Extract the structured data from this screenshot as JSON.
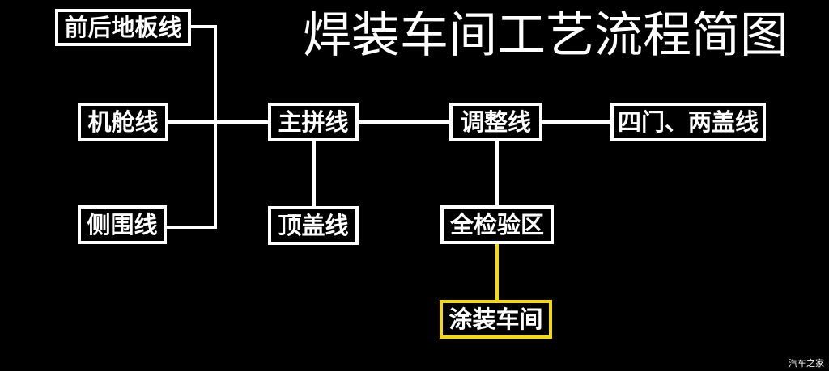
{
  "title": "焊装车间工艺流程简图",
  "colors": {
    "background": "#000000",
    "line": "#ffffff",
    "highlight": "#f5d90a"
  },
  "nodes": {
    "floor_line": "前后地板线",
    "engine_bay_line": "机舱线",
    "side_frame_line": "侧围线",
    "main_framing_line": "主拼线",
    "roof_line": "顶盖线",
    "adjustment_line": "调整线",
    "doors_lids_line": "四门、两盖线",
    "final_inspection_area": "全检验区",
    "paint_shop": "涂装车间"
  },
  "watermark": "汽车之家"
}
